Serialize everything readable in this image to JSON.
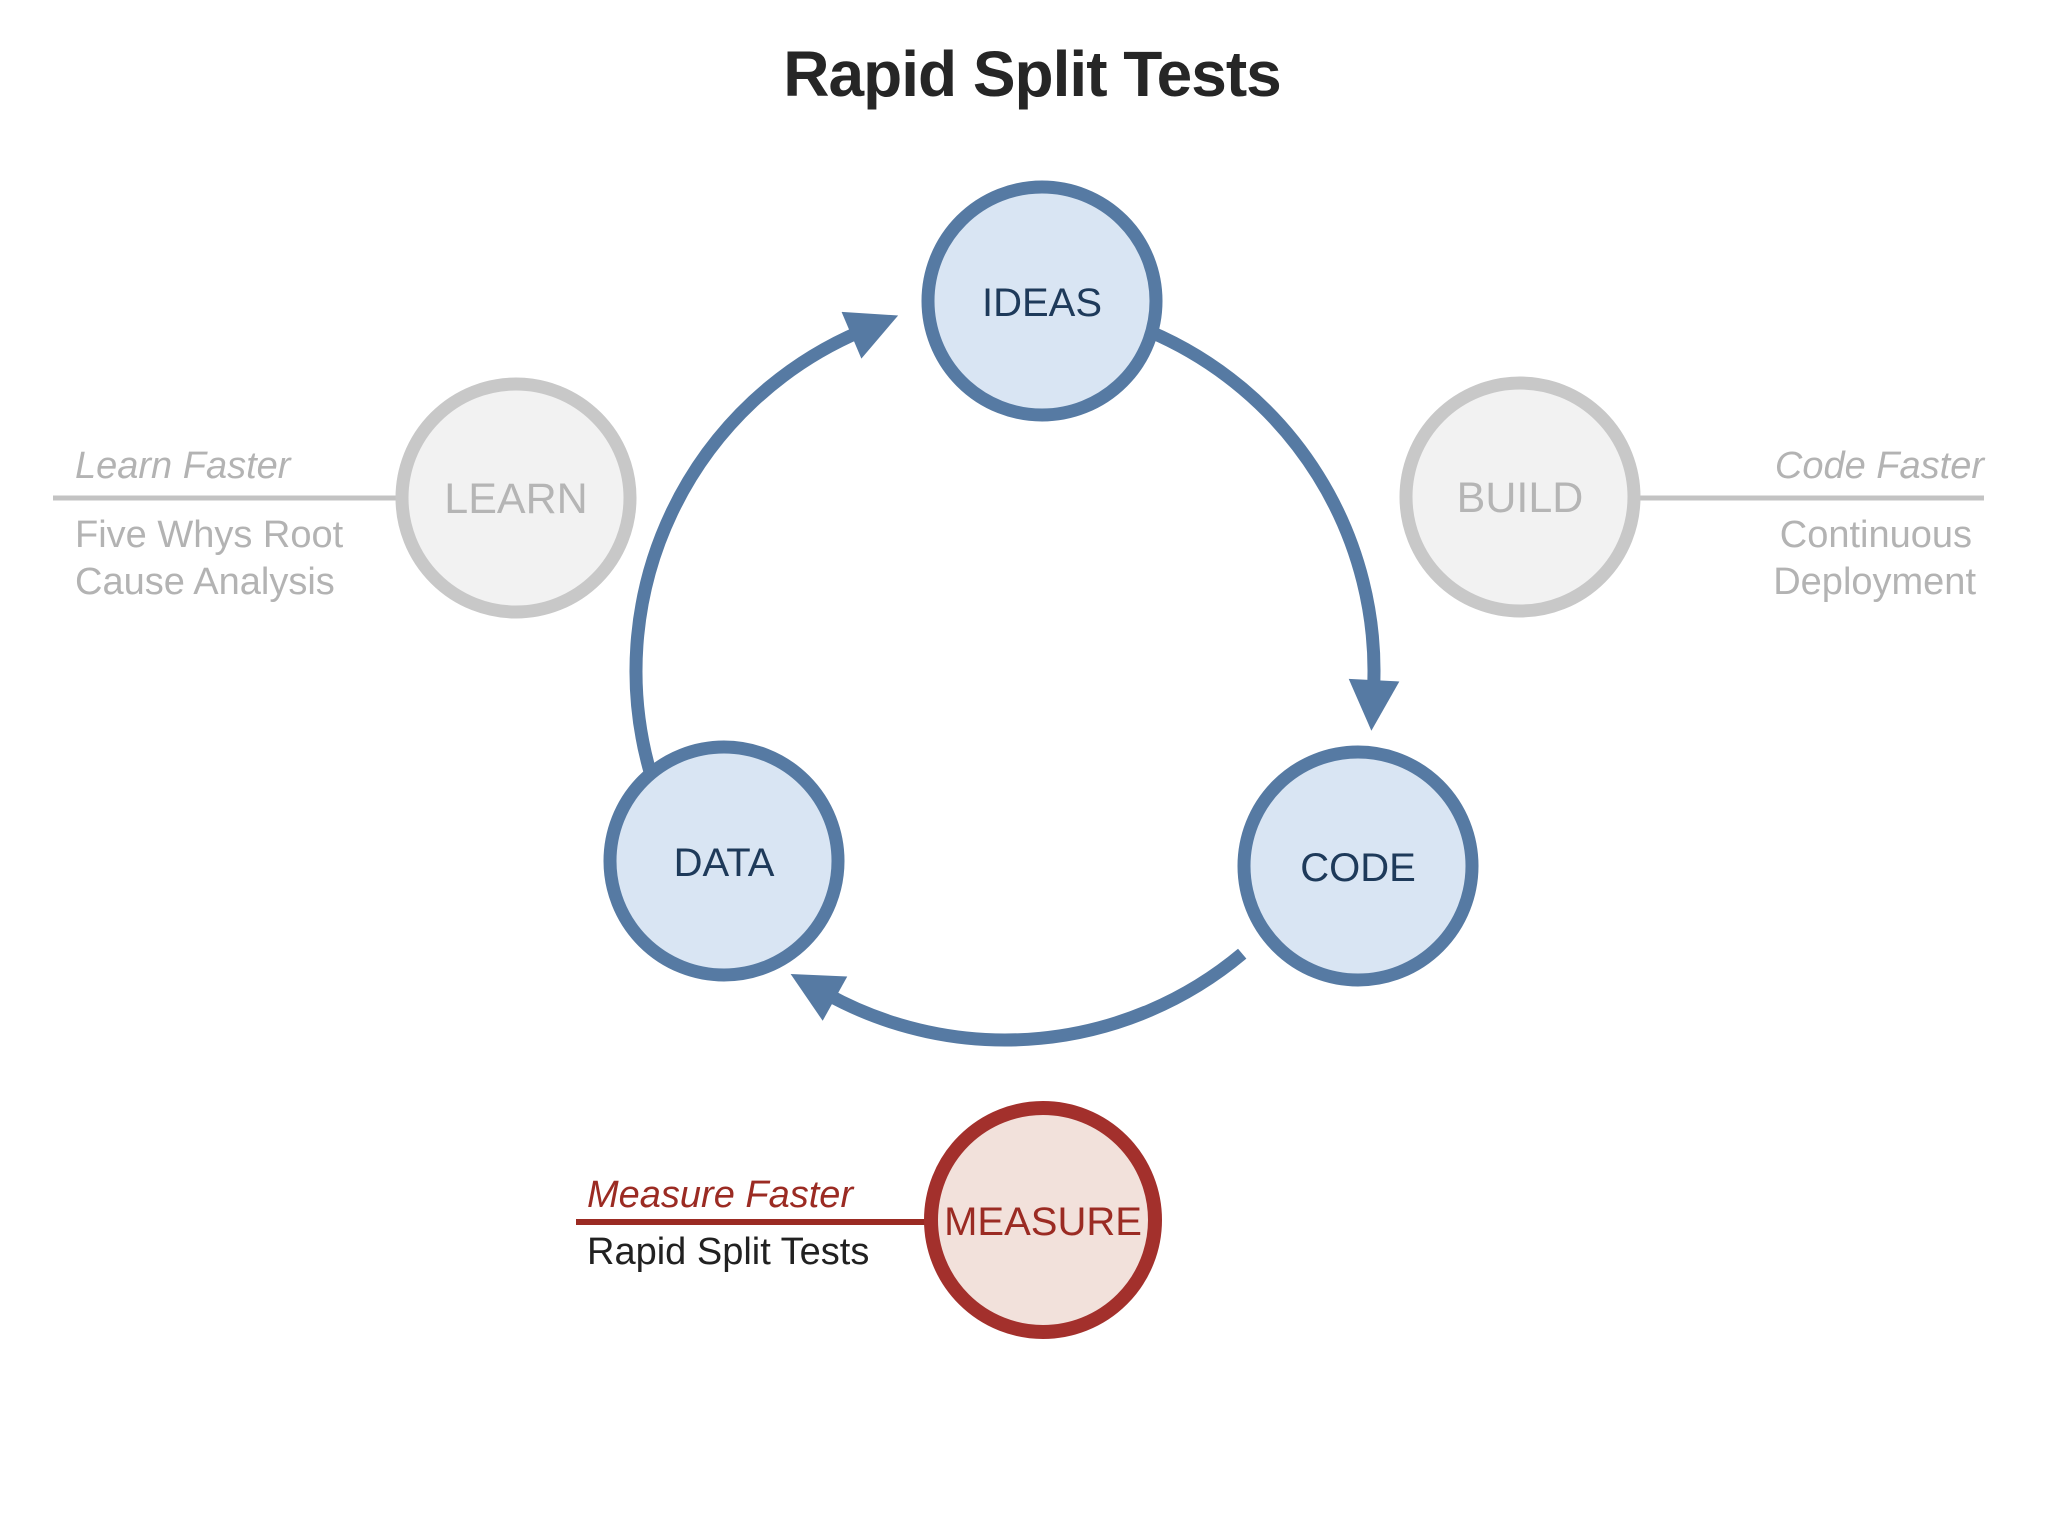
{
  "title": "Rapid Split Tests",
  "nodes": {
    "ideas": {
      "label": "IDEAS"
    },
    "code": {
      "label": "CODE"
    },
    "data": {
      "label": "DATA"
    },
    "learn": {
      "label": "LEARN"
    },
    "build": {
      "label": "BUILD"
    },
    "measure": {
      "label": "MEASURE"
    }
  },
  "callouts": {
    "learn": {
      "heading": "Learn Faster",
      "detail_line1": "Five Whys Root",
      "detail_line2": "Cause Analysis"
    },
    "build": {
      "heading": "Code Faster",
      "detail_line1": "Continuous",
      "detail_line2": "Deployment"
    },
    "measure": {
      "heading": "Measure Faster",
      "detail_line1": "Rapid Split Tests"
    }
  },
  "colors": {
    "active_node_fill": "#d9e5f3",
    "active_node_border": "#567aa3",
    "active_node_text": "#1e3a5a",
    "arrow": "#567aa3",
    "inactive_node_fill": "#f2f2f2",
    "inactive_node_border": "#c8c8c8",
    "inactive_text": "#b3b3b3",
    "highlight_node_fill": "#f2e1db",
    "highlight_node_border": "#a3302c",
    "highlight_text": "#9b2b23",
    "title_text": "#262626",
    "body_text": "#212121"
  }
}
